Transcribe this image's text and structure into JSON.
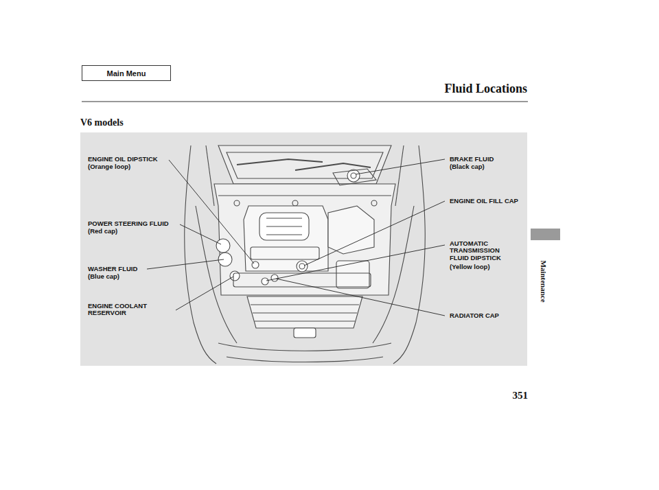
{
  "diagram": {
    "title": "Fluid Locations",
    "nodes": [
      {
        "text": [
          "Main Menu"
        ]
      }
    ],
    "labels": [
      "V6 models",
      "ENGINE OIL DIPSTICK",
      "(Orange loop)",
      "POWER STEERING FLUID",
      "(Red cap)",
      "WASHER FLUID",
      "(Blue cap)",
      "ENGINE COOLANT RESERVOIR",
      "BRAKE FLUID",
      "(Black cap)",
      "ENGINE OIL FILL CAP",
      "AUTOMATIC TRANSMISSION FLUID DIPSTICK",
      "(Yellow loop)",
      "RADIATOR CAP",
      "Maintenance",
      "351"
    ]
  }
}
